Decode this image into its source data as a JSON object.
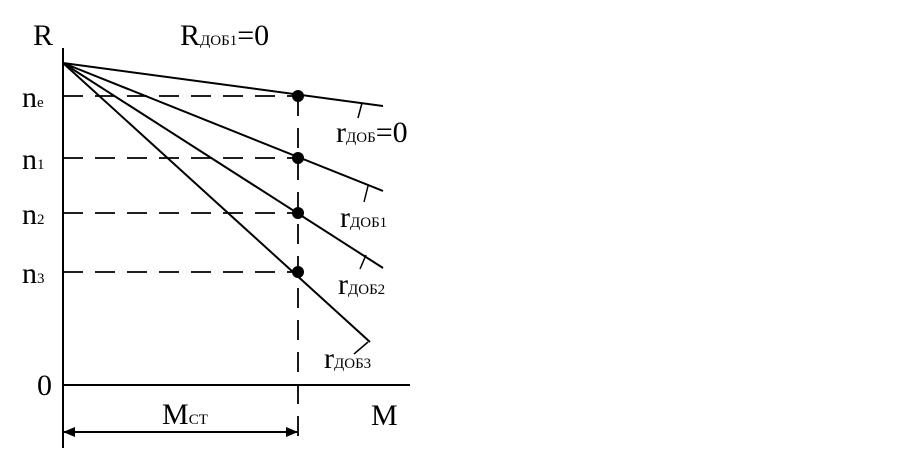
{
  "axes": {
    "y_label": "R",
    "x_label": "M",
    "origin_label": "0"
  },
  "top_label": {
    "main": "R",
    "sub": "ДОБ1",
    "suffix": "=0"
  },
  "speed_levels": [
    {
      "main": "n",
      "sub": "e"
    },
    {
      "main": "n",
      "sub": "1"
    },
    {
      "main": "n",
      "sub": "2"
    },
    {
      "main": "n",
      "sub": "3"
    }
  ],
  "curves": [
    {
      "main": "r",
      "sub": "ДОБ",
      "suffix": "=0"
    },
    {
      "main": "r",
      "sub": "ДОБ1",
      "suffix": ""
    },
    {
      "main": "r",
      "sub": "ДОБ2",
      "suffix": ""
    },
    {
      "main": "r",
      "sub": "ДОБ3",
      "suffix": ""
    }
  ],
  "load": {
    "main": "M",
    "sub": "СТ"
  }
}
